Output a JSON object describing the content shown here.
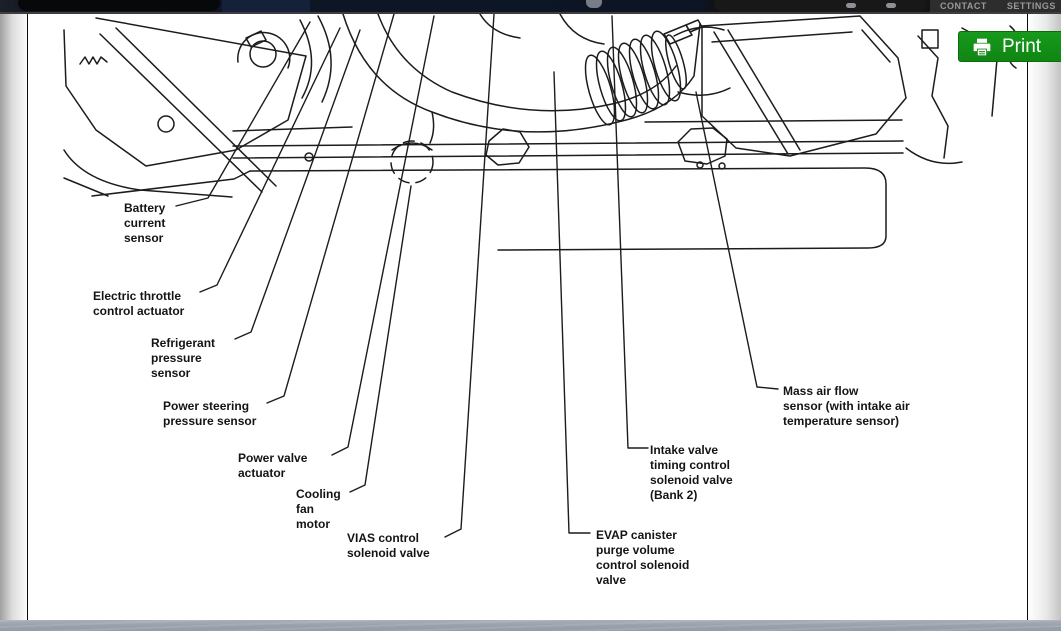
{
  "header": {
    "links": [
      {
        "label": "CONTACT"
      },
      {
        "label": "SETTINGS"
      }
    ]
  },
  "print_button": {
    "label": "Print",
    "icon": "printer-icon",
    "color": "#128712"
  },
  "diagram": {
    "kind": "engine-compartment-component-location-line-drawing",
    "line_color": "#1c1c1c",
    "labels": [
      {
        "id": "battery-current-sensor",
        "text": "Battery\ncurrent\nsensor"
      },
      {
        "id": "electric-throttle-control-actuator",
        "text": "Electric throttle\ncontrol actuator"
      },
      {
        "id": "refrigerant-pressure-sensor",
        "text": "Refrigerant\npressure\nsensor"
      },
      {
        "id": "power-steering-pressure-sensor",
        "text": "Power steering\npressure sensor"
      },
      {
        "id": "power-valve-actuator",
        "text": "Power valve\nactuator"
      },
      {
        "id": "cooling-fan-motor",
        "text": "Cooling\nfan\nmotor"
      },
      {
        "id": "vias-control-solenoid-valve",
        "text": "VIAS control\nsolenoid valve"
      },
      {
        "id": "evap-canister-purge-volume-control-solenoid-valve",
        "text": "EVAP canister\npurge volume\ncontrol solenoid\nvalve"
      },
      {
        "id": "intake-valve-timing-control-solenoid-valve-bank-2",
        "text": "Intake valve\ntiming control\nsolenoid valve\n(Bank 2)"
      },
      {
        "id": "mass-air-flow-sensor",
        "text": "Mass air flow\nsensor (with intake air\ntemperature sensor)"
      }
    ]
  },
  "chrome_colors": {
    "topbar_navy": "#0d1524",
    "topbar_right": "#2d2d2d",
    "link_text": "#999999",
    "bottom_band": "#9aa2ac"
  }
}
